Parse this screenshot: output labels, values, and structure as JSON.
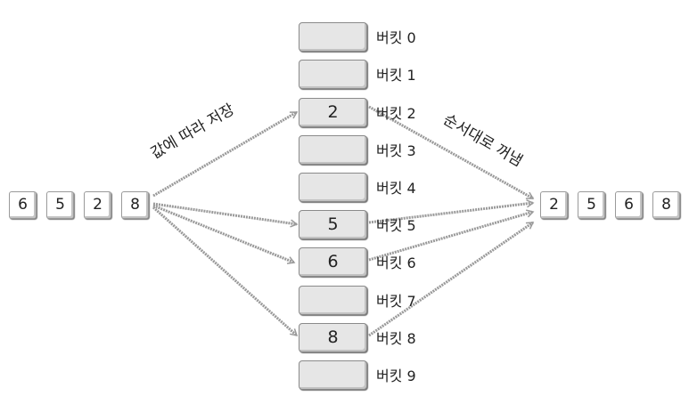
{
  "input": {
    "values": [
      "6",
      "5",
      "2",
      "8"
    ]
  },
  "buckets": [
    {
      "label": "버킷 0",
      "value": ""
    },
    {
      "label": "버킷 1",
      "value": ""
    },
    {
      "label": "버킷 2",
      "value": "2"
    },
    {
      "label": "버킷 3",
      "value": ""
    },
    {
      "label": "버킷 4",
      "value": ""
    },
    {
      "label": "버킷 5",
      "value": "5"
    },
    {
      "label": "버킷 6",
      "value": "6"
    },
    {
      "label": "버킷 7",
      "value": ""
    },
    {
      "label": "버킷 8",
      "value": "8"
    },
    {
      "label": "버킷 9",
      "value": ""
    }
  ],
  "output": {
    "values": [
      "2",
      "5",
      "6",
      "8"
    ]
  },
  "captions": {
    "distribute": "값에 따라 저장",
    "collect": "순서대로 꺼냄"
  },
  "colors": {
    "arrow": "#9a9a9a",
    "bucket_fill": "#e6e6e6",
    "cell_fill": "#ffffff"
  }
}
